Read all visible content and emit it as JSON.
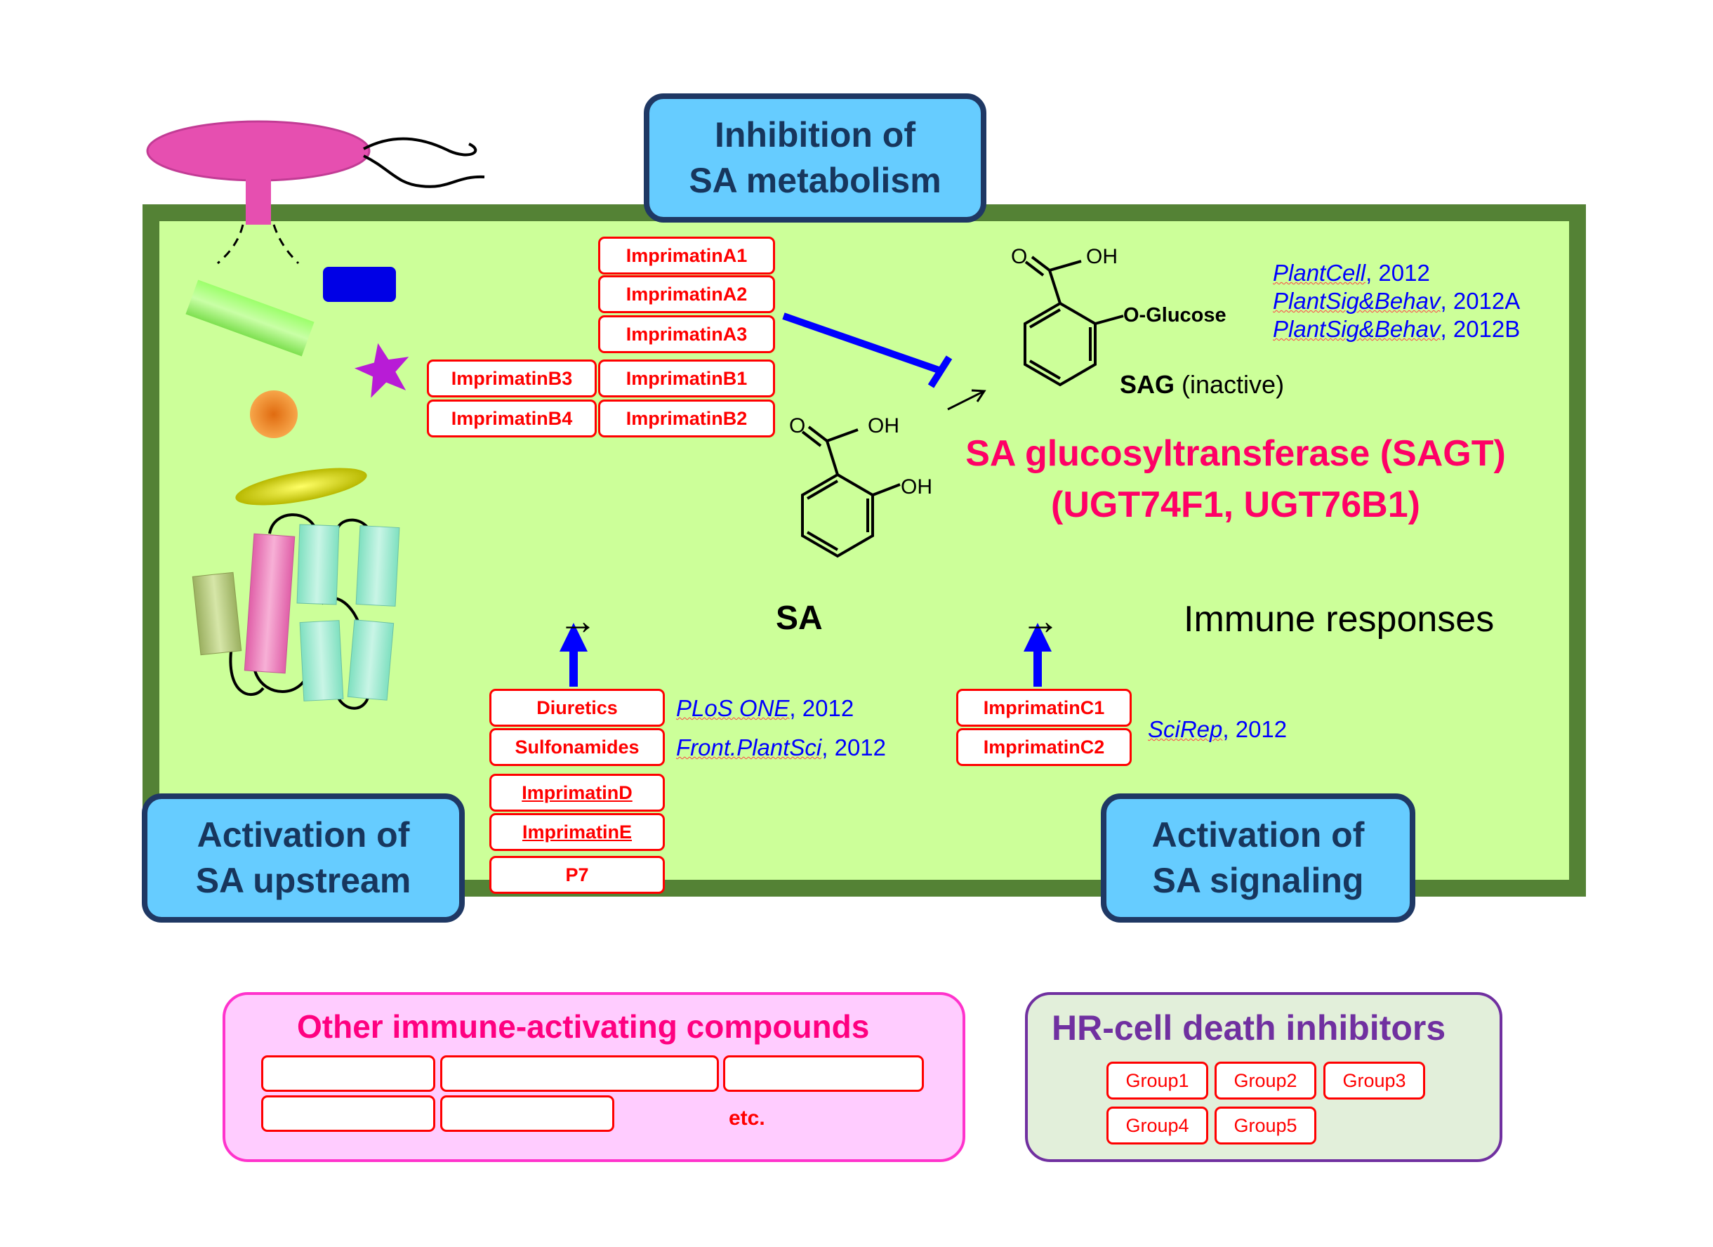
{
  "categories": {
    "inhibition": "Inhibition of\nSA metabolism",
    "upstream": "Activation of\nSA upstream",
    "signaling": "Activation of\nSA signaling"
  },
  "compounds": {
    "a1": "ImprimatinA1",
    "a2": "ImprimatinA2",
    "a3": "ImprimatinA3",
    "b1": "ImprimatinB1",
    "b2": "ImprimatinB2",
    "b3": "ImprimatinB3",
    "b4": "ImprimatinB4",
    "diuretics": "Diuretics",
    "sulfonamides": "Sulfonamides",
    "d": "ImprimatinD",
    "e": "ImprimatinE",
    "p7": "P7",
    "c1": "ImprimatinC1",
    "c2": "ImprimatinC2"
  },
  "references": {
    "plantcell": {
      "journal": "PlantCell",
      "year": ", 2012"
    },
    "sigbehav_a": {
      "journal": "PlantSig&Behav",
      "year": ", 2012A"
    },
    "sigbehav_b": {
      "journal": "PlantSig&Behav",
      "year": ", 2012B"
    },
    "plos": {
      "journal": "PLoS ONE",
      "year": ", 2012"
    },
    "frontplant": {
      "journal": "Front.PlantSci",
      "year": ", 2012"
    },
    "scirep": {
      "journal": "SciRep",
      "year": ", 2012"
    }
  },
  "chemistry": {
    "oh": "OH",
    "o": "O",
    "o_glucose": "O-Glucose",
    "sag_bold": "SAG",
    "sag_note": " (inactive)",
    "sa": "SA"
  },
  "enzyme": {
    "line1": "SA glucosyltransferase (SAGT)",
    "line2": "(UGT74F1, UGT76B1)"
  },
  "pathway": {
    "arrow": "→",
    "immune": "Immune responses"
  },
  "other_panel": {
    "title": "Other immune-activating compounds",
    "etc": "etc."
  },
  "hr_panel": {
    "title": "HR-cell death inhibitors",
    "groups": [
      "Group1",
      "Group2",
      "Group3",
      "Group4",
      "Group5"
    ]
  },
  "colors": {
    "cell_fill": "#ccff99",
    "cell_border": "#548235",
    "category_fill": "#66ccff",
    "compound_red": "#ff0000",
    "enzyme_pink": "#ff0066",
    "reference_blue": "#0000ff",
    "arrow_blue": "#0000ff"
  }
}
